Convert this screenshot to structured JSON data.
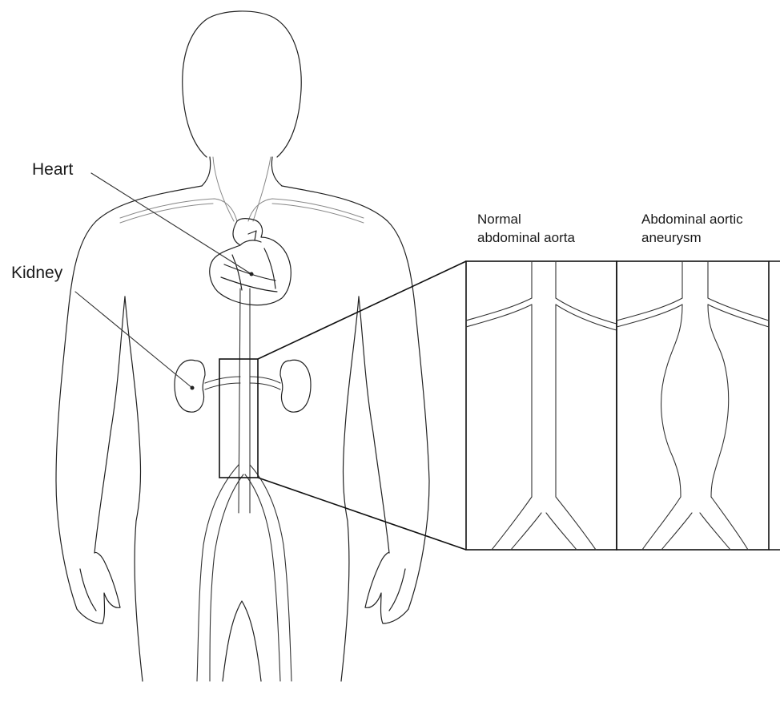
{
  "labels": {
    "heart": "Heart",
    "kidney": "Kidney",
    "panel_normal_line1": "Normal",
    "panel_normal_line2": "abdominal aorta",
    "panel_aneurysm_line1": "Abdominal aortic",
    "panel_aneurysm_line2": "aneurysm"
  },
  "icons": {
    "figure": "human-body-outline-icon",
    "heart": "heart-icon",
    "kidneys": "kidney-icon"
  },
  "colors": {
    "line": "#222222",
    "background": "#ffffff"
  }
}
